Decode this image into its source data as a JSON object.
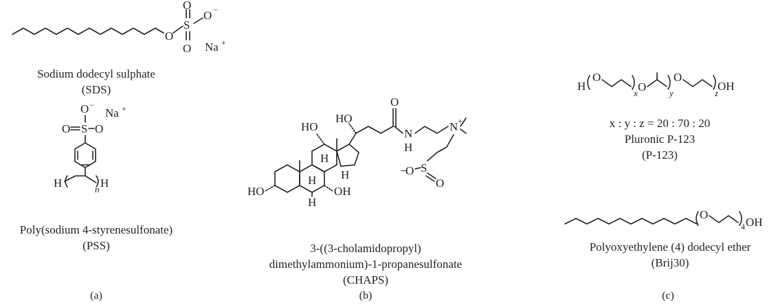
{
  "panels": {
    "a": {
      "label": "(a)",
      "sds": {
        "name": "Sodium dodecyl sulphate",
        "abbr": "(SDS)",
        "atom_o": "O",
        "atom_s": "S",
        "atom_o_minus": "O",
        "minus": "−",
        "na": "Na",
        "plus": "+"
      },
      "pss": {
        "name": "Poly(sodium 4-styrenesulfonate)",
        "abbr": "(PSS)",
        "atom_h": "H",
        "atom_o": "O",
        "atom_s": "S",
        "minus": "−",
        "na": "Na",
        "plus": "+",
        "n": "n"
      }
    },
    "b": {
      "label": "(b)",
      "chaps": {
        "name_line1": "3-((3-cholamidopropyl)",
        "name_line2": "dimethylammonium)-1-propanesulfonate",
        "abbr": "(CHAPS)",
        "ho": "HO",
        "oh": "OH",
        "h": "H",
        "o": "O",
        "n": "N",
        "s": "S",
        "minus": "−",
        "plus": "+"
      }
    },
    "c": {
      "label": "(c)",
      "p123": {
        "name": "Pluronic P-123",
        "abbr": "(P-123)",
        "ratio": "x : y : z = 20 : 70 : 20",
        "h": "H",
        "o": "O",
        "oh": "OH",
        "x": "x",
        "y": "y",
        "z": "z"
      },
      "brij": {
        "name": "Polyoxyethylene (4) dodecyl ether",
        "abbr": "(Brij30)",
        "o": "O",
        "oh": "OH",
        "sub": "4"
      }
    }
  }
}
